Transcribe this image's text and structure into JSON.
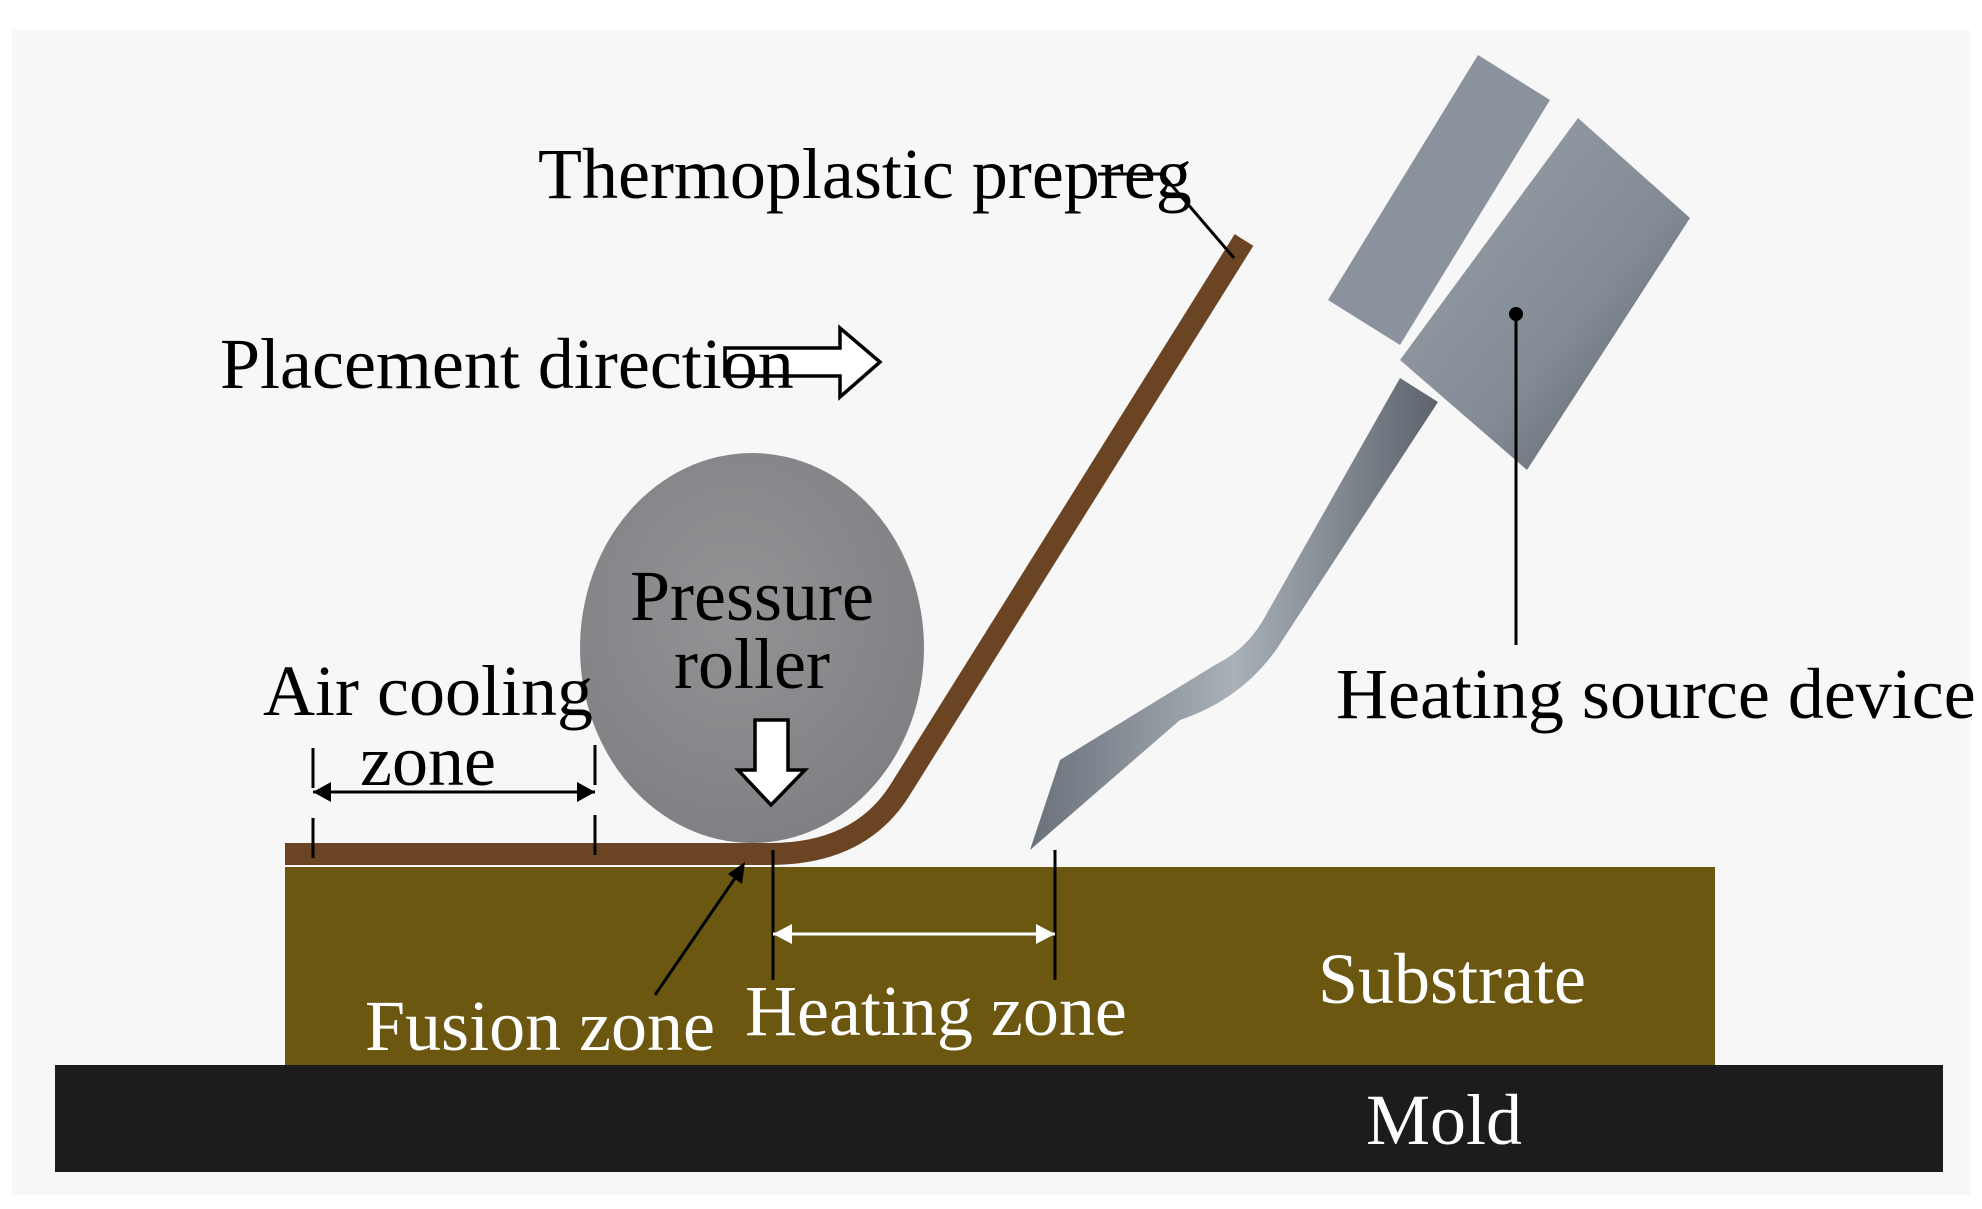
{
  "labels": {
    "thermoplastic_prepreg": "Thermoplastic prepreg",
    "placement_direction": "Placement direction",
    "pressure_roller_line1": "Pressure",
    "pressure_roller_line2": "roller",
    "air_cooling_line1": "Air cooling",
    "air_cooling_line2": "zone",
    "heating_source_device": "Heating source device",
    "fusion_zone": "Fusion zone",
    "heating_zone": "Heating zone",
    "substrate": "Substrate",
    "mold": "Mold"
  },
  "colors": {
    "background_panel": "#f7f7f7",
    "prepreg": "#6b4423",
    "substrate": "#6b5710",
    "mold": "#1c1c1e",
    "roller": "#8a8b8d",
    "device_light": "#8a939d",
    "device_dark": "#4f5660"
  }
}
